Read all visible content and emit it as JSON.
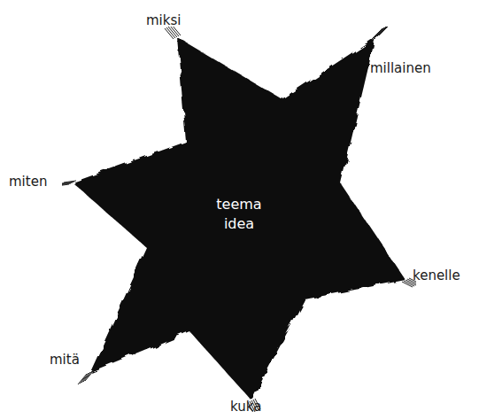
{
  "diagram": {
    "nodes": [
      {
        "text": [
          "teema idea"
        ]
      }
    ],
    "labels": [
      "miksi",
      "millainen",
      "miten",
      "kenelle",
      "mitä",
      "kuka"
    ]
  }
}
